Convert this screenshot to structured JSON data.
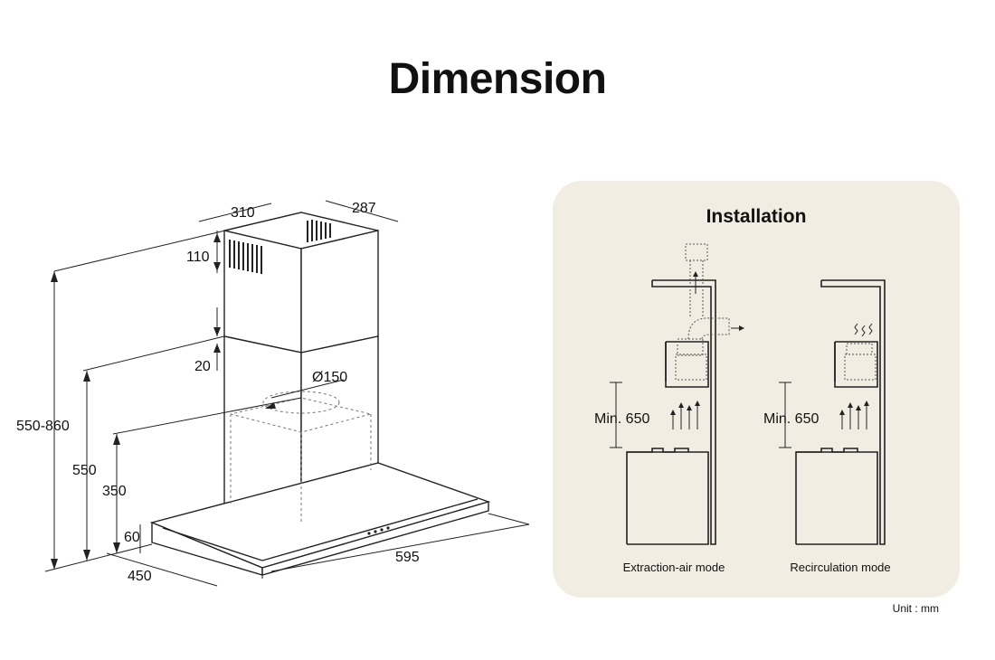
{
  "title": "Dimension",
  "hood": {
    "dim_chimney_width": "310",
    "dim_chimney_depth": "287",
    "dim_vent_height": "110",
    "dim_overlap": "20",
    "dim_outlet": "Ø150",
    "dim_total_height": "550-860",
    "dim_height_550": "550",
    "dim_height_350": "350",
    "dim_canopy_height": "60",
    "dim_depth": "450",
    "dim_width": "595"
  },
  "installation": {
    "title": "Installation",
    "min_extraction": "Min. 650",
    "min_recirculation": "Min. 650",
    "caption_extraction": "Extraction-air mode",
    "caption_recirculation": "Recirculation mode"
  },
  "unit": "Unit : mm"
}
